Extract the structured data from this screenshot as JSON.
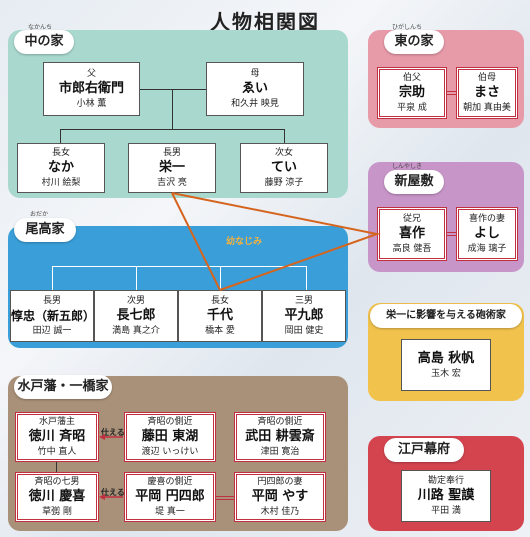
{
  "title": "人物相関図",
  "naka": {
    "house": "中の家",
    "ruby": "なかんち",
    "father": {
      "role": "父",
      "name": "市郎右衛門",
      "actor": "小林 薫"
    },
    "mother": {
      "role": "母",
      "name": "ゑい",
      "actor": "和久井 映見"
    },
    "daughter1": {
      "role": "長女",
      "name": "なか",
      "actor": "村川 絵梨"
    },
    "son1": {
      "role": "長男",
      "name": "栄一",
      "actor": "吉沢 亮"
    },
    "daughter2": {
      "role": "次女",
      "name": "てい",
      "actor": "藤野 涼子"
    }
  },
  "odaka": {
    "house": "尾高家",
    "ruby": "おだか",
    "osananajimi": "幼なじみ",
    "son1": {
      "role": "長男",
      "name": "惇忠（新五郎）",
      "actor": "田辺 誠一"
    },
    "son2": {
      "role": "次男",
      "name": "長七郎",
      "actor": "満島 真之介"
    },
    "daughter1": {
      "role": "長女",
      "name": "千代",
      "actor": "橋本 愛"
    },
    "son3": {
      "role": "三男",
      "name": "平九郎",
      "actor": "岡田 健史"
    }
  },
  "mito": {
    "house": "水戸藩・一橋家",
    "serves": "仕える",
    "nariaki": {
      "role": "水戸藩主",
      "name": "徳川 斉昭",
      "actor": "竹中 直人"
    },
    "toko": {
      "role": "斉昭の側近",
      "name": "藤田 東湖",
      "actor": "渡辺 いっけい"
    },
    "kounsai": {
      "role": "斉昭の側近",
      "name": "武田 耕雲斎",
      "actor": "津田 寛治"
    },
    "yoshinobu": {
      "role": "斉昭の七男",
      "name": "徳川 慶喜",
      "actor": "草彅 剛"
    },
    "enshiro": {
      "role": "慶喜の側近",
      "name": "平岡 円四郎",
      "actor": "堤 真一"
    },
    "yasu": {
      "role": "円四郎の妻",
      "name": "平岡 やす",
      "actor": "木村 佳乃"
    }
  },
  "higashi": {
    "house": "東の家",
    "ruby": "ひがしんち",
    "uncle": {
      "role": "伯父",
      "name": "宗助",
      "actor": "平泉 成"
    },
    "aunt": {
      "role": "伯母",
      "name": "まさ",
      "actor": "朝加 真由美"
    }
  },
  "shinyashiki": {
    "house": "新屋敷",
    "ruby": "しんやしき",
    "kisaku": {
      "role": "従兄",
      "name": "喜作",
      "actor": "高良 健吾"
    },
    "yoshi": {
      "role": "喜作の妻",
      "name": "よし",
      "actor": "成海 璃子"
    }
  },
  "takashima": {
    "heading": "栄一に影響を与える砲術家",
    "person": {
      "name": "高島 秋帆",
      "actor": "玉木 宏"
    }
  },
  "edo": {
    "heading": "江戸幕府",
    "person": {
      "role": "勘定奉行",
      "name": "川路 聖謨",
      "actor": "平田 満"
    }
  },
  "colors": {
    "naka": "#a9d8cf",
    "odaka": "#3a9fd9",
    "mito": "#a99078",
    "higashi": "#e79aa8",
    "shinyashiki": "#c795c8",
    "takashima": "#f1c24c",
    "edo": "#d4444f",
    "relation_line": "#d5641e",
    "osananajimi_text": "#f5b23a"
  }
}
